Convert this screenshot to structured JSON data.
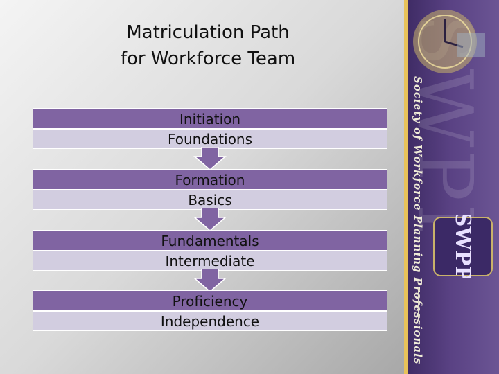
{
  "title": {
    "line1": "Matriculation Path",
    "line2": "for Workforce Team"
  },
  "stages": [
    {
      "top": "Initiation",
      "bottom": "Foundations"
    },
    {
      "top": "Formation",
      "bottom": "Basics"
    },
    {
      "top": "Fundamentals",
      "bottom": "Intermediate"
    },
    {
      "top": "Proficiency",
      "bottom": "Independence"
    }
  ],
  "sidebar": {
    "org_name": "Society of Workforce Planning Professionals",
    "watermark": "SWPP",
    "logo_text": "SWPP"
  },
  "colors": {
    "stage_top": "#8064a2",
    "stage_bottom": "#d2cde0",
    "sidebar": "#4b3575",
    "accent_gold": "#e8c25a"
  }
}
